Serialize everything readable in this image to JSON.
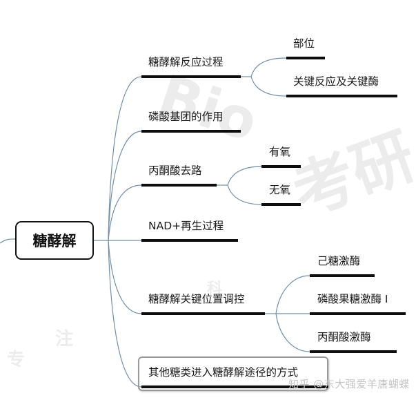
{
  "mindmap": {
    "root": {
      "label": "糖酵解"
    },
    "branches": [
      {
        "label": "糖酵解反应过程",
        "children": [
          {
            "label": "部位"
          },
          {
            "label": "关键反应及关键酶"
          }
        ]
      },
      {
        "label": "磷酸基团的作用",
        "children": []
      },
      {
        "label": "丙酮酸去路",
        "children": [
          {
            "label": "有氧"
          },
          {
            "label": "无氧"
          }
        ]
      },
      {
        "label": "NAD+再生过程",
        "children": []
      },
      {
        "label": "糖酵解关键位置调控",
        "children": [
          {
            "label": "己糖激酶"
          },
          {
            "label": "磷酸果糖激酶 I"
          },
          {
            "label": "丙酮酸激酶"
          }
        ]
      },
      {
        "label": "其他糖类进入糖酵解途径的方式",
        "children": [],
        "selected": true
      }
    ]
  },
  "watermark": {
    "logo_text": "Bio",
    "brand_text": "考研",
    "side_text": [
      "专",
      "注",
      "科"
    ]
  },
  "credit": {
    "text": "知乎 @东大强爱羊唐蝴蝶"
  },
  "colors": {
    "connector": "#6f8faa",
    "underline": "#0d0d0d",
    "root_border": "#111111",
    "selection_border": "#9a9a9a"
  }
}
